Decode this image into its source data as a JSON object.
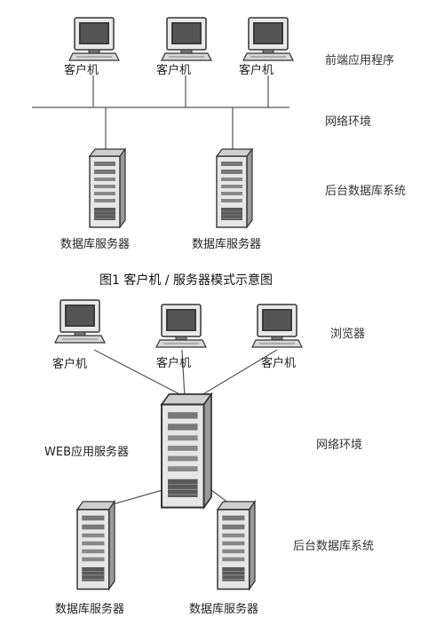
{
  "figure1": {
    "caption": "图1 客户机 / 服务器模式示意图",
    "client_label": "客户机",
    "server_label": "数据库服务器",
    "layers": [
      "前端应用程序",
      "网络环境",
      "后台数据库系统"
    ]
  },
  "figure2": {
    "client_label": "客户机",
    "web_server_label": "WEB应用服务器",
    "db_server_label": "数据库服务器",
    "layers": [
      "浏览器",
      "网络环境",
      "后台数据库系统"
    ]
  }
}
